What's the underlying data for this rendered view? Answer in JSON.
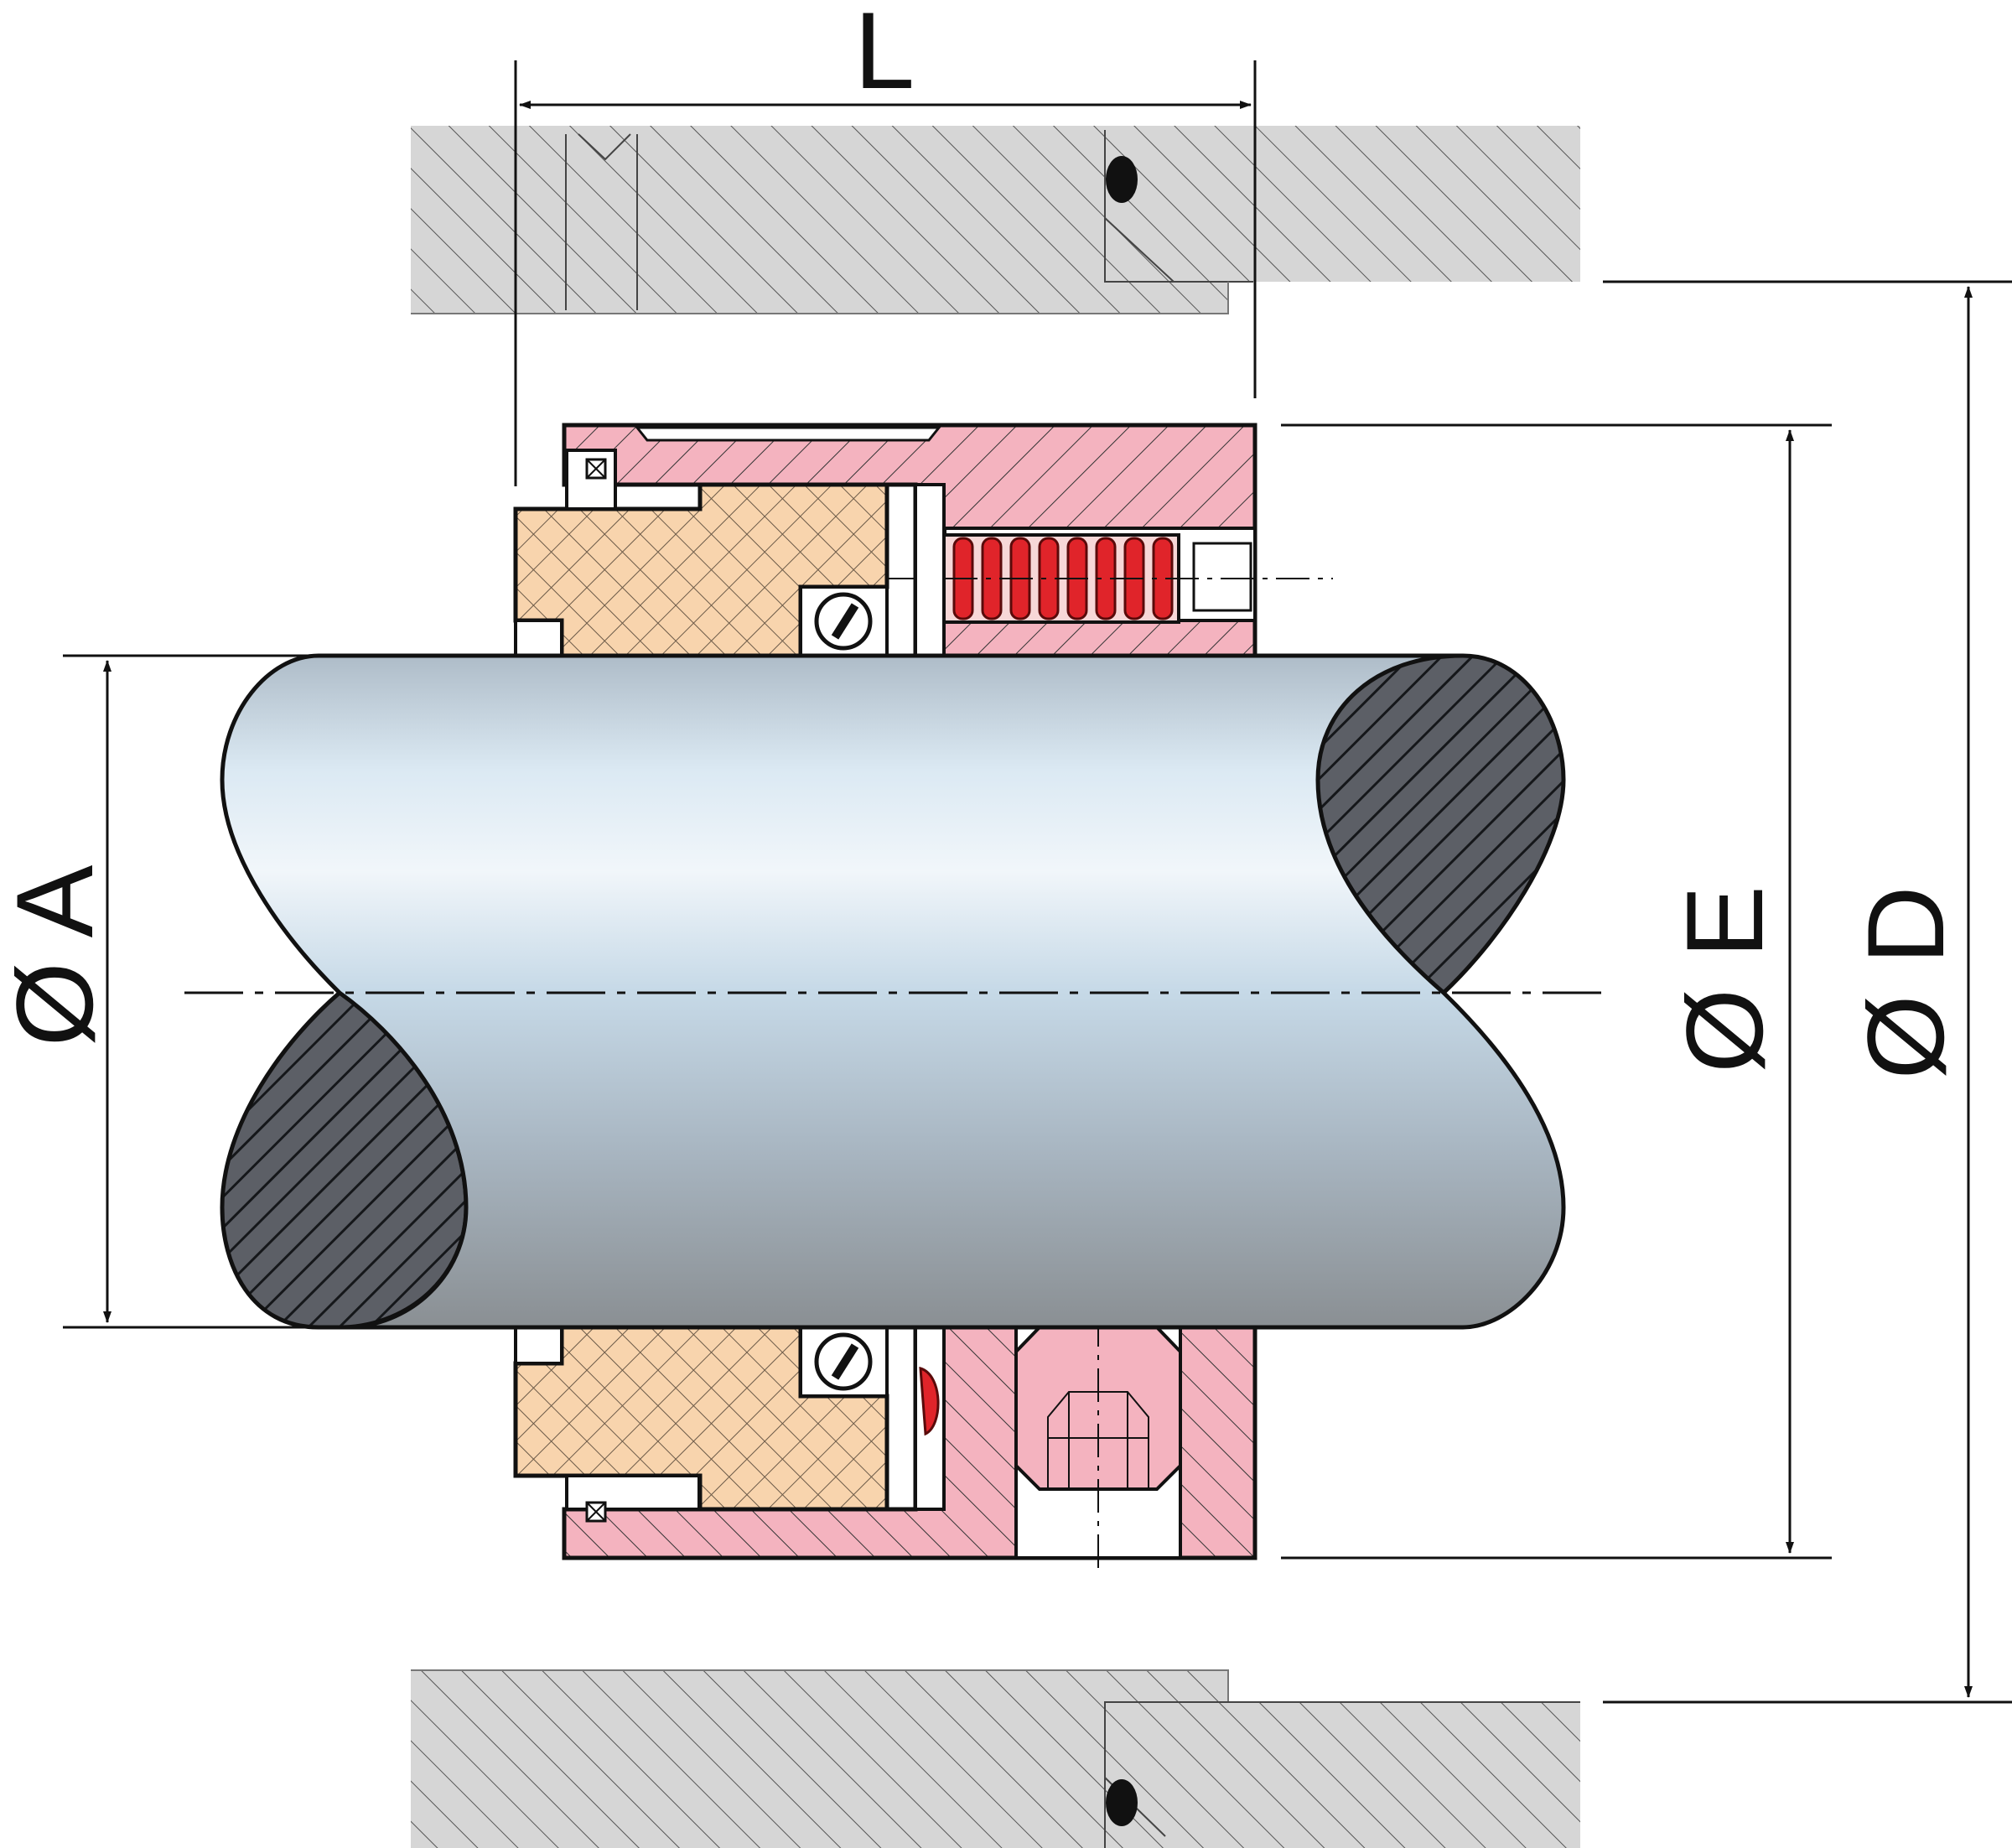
{
  "dimensions": {
    "length": "L",
    "diameter_a": "Ø A",
    "diameter_e": "Ø E",
    "diameter_d": "Ø D"
  },
  "colors": {
    "housing": "#d6d6d6",
    "seal_body": "#f4b3bf",
    "carbon_face": "#f8d4ad",
    "spring": "#e0242a",
    "shaft_light": "#e8f1f8",
    "shaft_mid": "#b7cfe0",
    "shaft_dark": "#8f9599",
    "shaft_end": "#5c5f66",
    "line": "#111111"
  }
}
